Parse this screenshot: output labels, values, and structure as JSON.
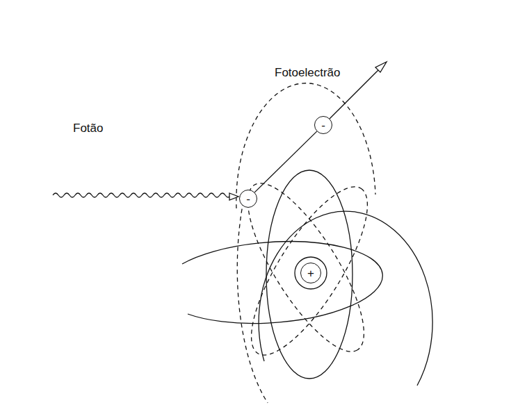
{
  "diagram": {
    "nodes": [
      {
        "text": [
          "-"
        ]
      },
      {
        "text": [
          "-"
        ]
      },
      {
        "text": [
          "+"
        ]
      }
    ],
    "edges": [
      {
        "from": 1,
        "to": 0,
        "arrow": "none"
      }
    ],
    "labels": [
      "Fotoelectrão",
      "Fotão"
    ]
  }
}
